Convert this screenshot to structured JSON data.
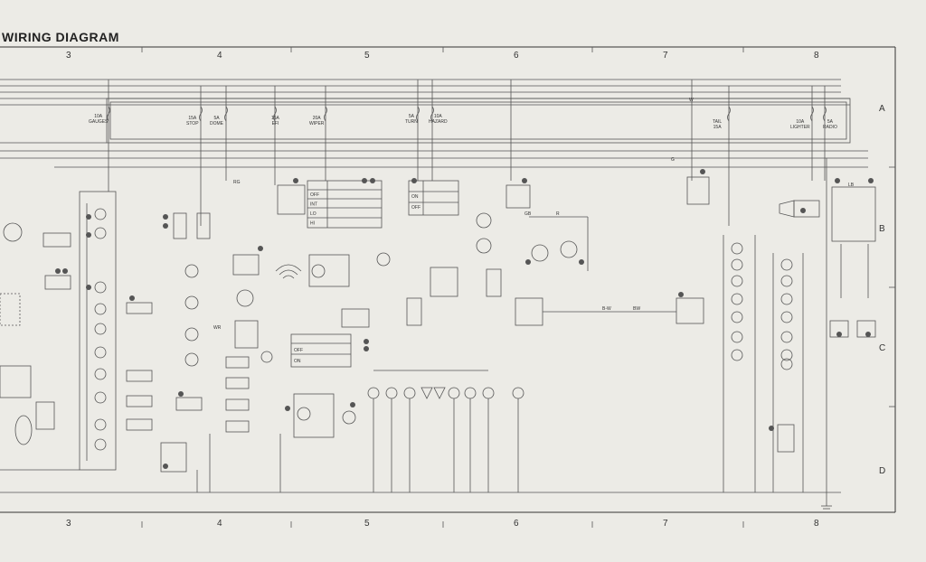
{
  "title": "WIRING DIAGRAM",
  "top_columns": [
    "3",
    "4",
    "5",
    "6",
    "7",
    "8"
  ],
  "bottom_columns": [
    "3",
    "4",
    "5",
    "6",
    "7",
    "8"
  ],
  "rows": [
    "A",
    "B",
    "C",
    "D"
  ],
  "fuses": [
    {
      "id": "gauges",
      "rating": "10A",
      "name": "GAUGES"
    },
    {
      "id": "stop",
      "rating": "15A",
      "name": "STOP"
    },
    {
      "id": "dome",
      "rating": "5A",
      "name": "DOME"
    },
    {
      "id": "efi",
      "rating": "15A",
      "name": "EFI"
    },
    {
      "id": "wiper",
      "rating": "20A",
      "name": "WIPER"
    },
    {
      "id": "turn",
      "rating": "5A",
      "name": "TURN"
    },
    {
      "id": "hazard",
      "rating": "10A",
      "name": "HAZARD"
    },
    {
      "id": "tail",
      "rating": "TAIL",
      "name": "15A"
    },
    {
      "id": "lighter",
      "rating": "10A",
      "name": "LIGHTER"
    },
    {
      "id": "radio",
      "rating": "5A",
      "name": "RADIO"
    }
  ],
  "switch_tables": [
    {
      "id": "wiper-switch",
      "rows": [
        "OFF",
        "INT",
        "LO",
        "HI"
      ]
    },
    {
      "id": "turn-switch",
      "rows": [
        "ON",
        "OFF"
      ]
    },
    {
      "id": "washer-switch",
      "rows": [
        "OFF",
        "ON"
      ]
    }
  ],
  "wire_colors": [
    "RG",
    "G",
    "GB",
    "B-W",
    "LB",
    "W",
    "R",
    "WR",
    "BW"
  ]
}
